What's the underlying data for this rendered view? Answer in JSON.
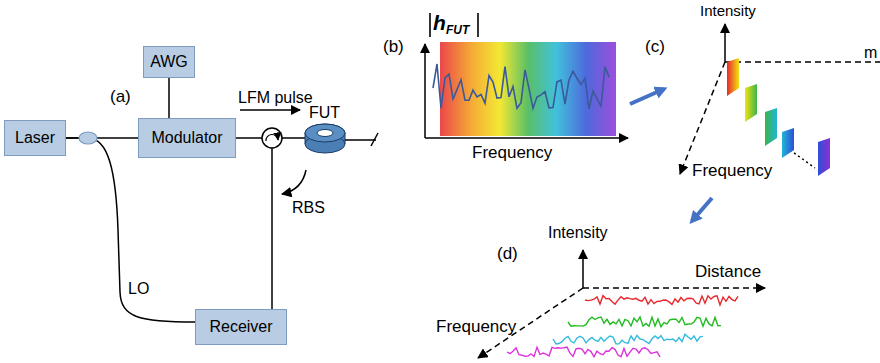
{
  "diagram": {
    "nodes": [
      {
        "text": [
          "Laser"
        ]
      },
      {
        "text": [
          "AWG"
        ]
      },
      {
        "text": [
          "Modulator"
        ]
      },
      {
        "text": [
          "Receiver"
        ]
      }
    ],
    "edges": [
      {
        "from": 0,
        "to": 2,
        "arrow": "none"
      },
      {
        "from": 1,
        "to": 2,
        "arrow": "none"
      },
      {
        "from": 0,
        "to": 3,
        "arrow": "none",
        "label": "LO"
      }
    ],
    "labels": [
      "(a)",
      "LFM pulse",
      "FUT",
      "RBS",
      "(b)",
      "h",
      "FUT",
      "Frequency",
      "(c)",
      "Intensity",
      "m",
      "Frequency",
      "(d)",
      "Intensity",
      "Distance",
      "Frequency"
    ]
  }
}
